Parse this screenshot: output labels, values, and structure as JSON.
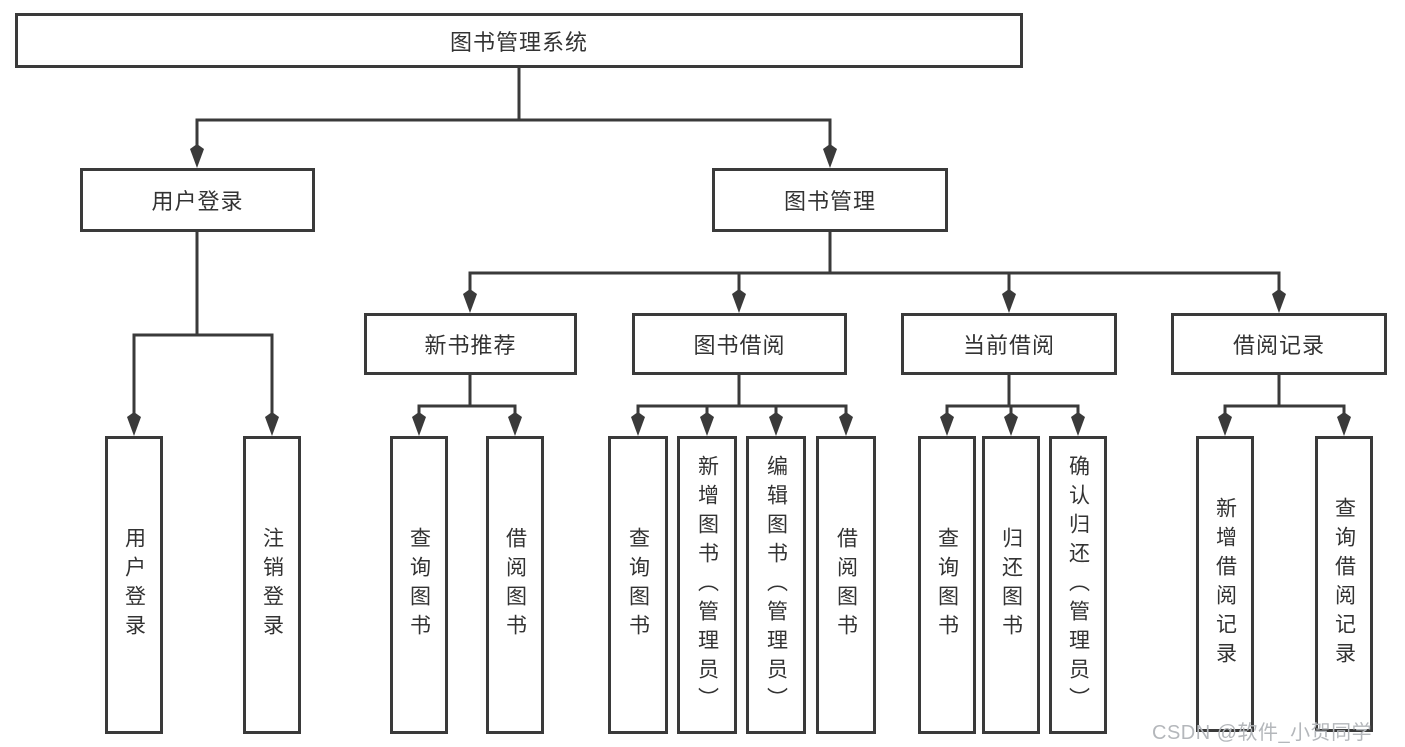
{
  "tree": {
    "label": "图书管理系统",
    "children": [
      {
        "label": "用户登录",
        "children": [
          {
            "label": "用户登录"
          },
          {
            "label": "注销登录"
          }
        ]
      },
      {
        "label": "图书管理",
        "children": [
          {
            "label": "新书推荐",
            "children": [
              {
                "label": "查询图书"
              },
              {
                "label": "借阅图书"
              }
            ]
          },
          {
            "label": "图书借阅",
            "children": [
              {
                "label": "查询图书"
              },
              {
                "label": "新增图书（管理员）"
              },
              {
                "label": "编辑图书（管理员）"
              },
              {
                "label": "借阅图书"
              }
            ]
          },
          {
            "label": "当前借阅",
            "children": [
              {
                "label": "查询图书"
              },
              {
                "label": "归还图书"
              },
              {
                "label": "确认归还（管理员）"
              }
            ]
          },
          {
            "label": "借阅记录",
            "children": [
              {
                "label": "新增借阅记录"
              },
              {
                "label": "查询借阅记录"
              }
            ]
          }
        ]
      }
    ]
  },
  "watermark": {
    "text": "CSDN @软件_小贺同学",
    "color": "#b4b7bb"
  },
  "colors": {
    "line": "#3a3a3a",
    "box_border": "#3a3a3a",
    "box_background": "#ffffff",
    "text": "#333333",
    "page_background": "#ffffff"
  }
}
